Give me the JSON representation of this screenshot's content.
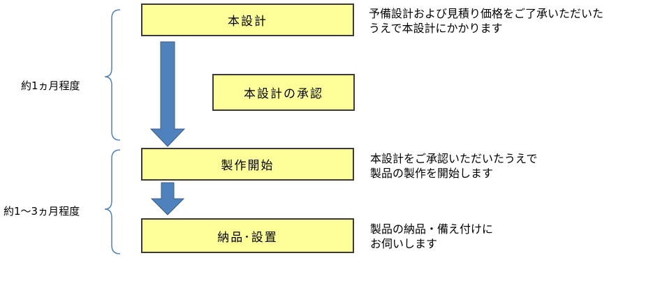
{
  "colors": {
    "box_fill": "#ffff99",
    "box_border": "#3a3a3a",
    "arrow_fill": "#4f81bd",
    "arrow_stroke": "#385d8a",
    "bracket_stroke": "#4f81bd"
  },
  "steps": [
    {
      "label": "本設計"
    },
    {
      "label": "本設計の承認"
    },
    {
      "label": "製作開始"
    },
    {
      "label": "納品･設置"
    }
  ],
  "notes": [
    {
      "line1": "予備設計および見積り価格をご了承いただいた",
      "line2": "うえで本設計にかかります"
    },
    {
      "line1": "本設計をご承認いただいたうえで",
      "line2": "製品の製作を開始します"
    },
    {
      "line1": "製品の納品・備え付けに",
      "line2": "お伺いします"
    }
  ],
  "periods": [
    {
      "label": "約1ヵ月程度"
    },
    {
      "label": "約1～3ヵ月程度"
    }
  ]
}
